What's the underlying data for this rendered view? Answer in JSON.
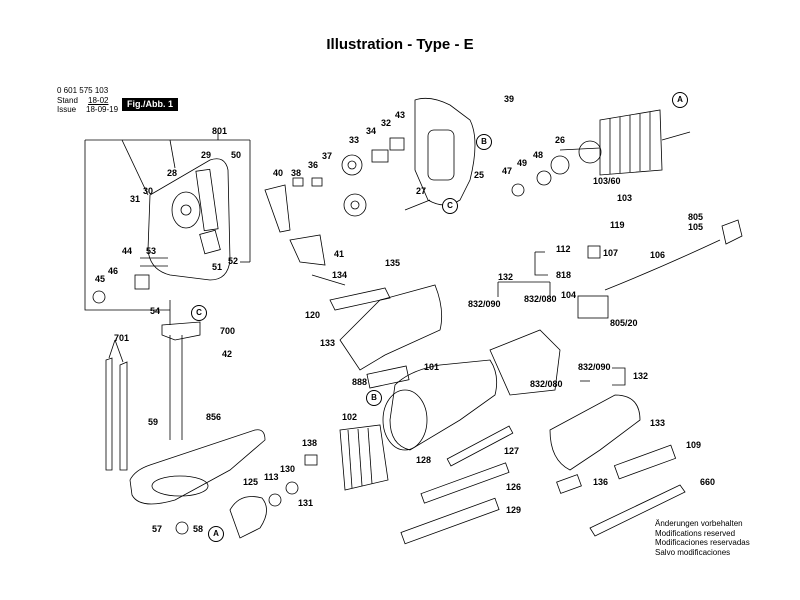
{
  "header": {
    "title": "Illustration - Type - E",
    "part_number": "0 601 575 103",
    "stand_label": "Stand",
    "stand_value": "18-02",
    "issue_label": "Issue",
    "issue_value": "18-09-19",
    "figure_badge": "Fig./Abb. 1"
  },
  "parts": [
    {
      "id": "p801",
      "label": "801"
    },
    {
      "id": "p28",
      "label": "28"
    },
    {
      "id": "p29",
      "label": "29"
    },
    {
      "id": "p50",
      "label": "50"
    },
    {
      "id": "p30",
      "label": "30"
    },
    {
      "id": "p31",
      "label": "31"
    },
    {
      "id": "p44",
      "label": "44"
    },
    {
      "id": "p53",
      "label": "53"
    },
    {
      "id": "p46",
      "label": "46"
    },
    {
      "id": "p45",
      "label": "45"
    },
    {
      "id": "p51",
      "label": "51"
    },
    {
      "id": "p52",
      "label": "52"
    },
    {
      "id": "p54",
      "label": "54"
    },
    {
      "id": "p700",
      "label": "700"
    },
    {
      "id": "p42",
      "label": "42"
    },
    {
      "id": "p701",
      "label": "701"
    },
    {
      "id": "p59",
      "label": "59"
    },
    {
      "id": "p856",
      "label": "856"
    },
    {
      "id": "p57",
      "label": "57"
    },
    {
      "id": "p58",
      "label": "58"
    },
    {
      "id": "p40",
      "label": "40"
    },
    {
      "id": "p38",
      "label": "38"
    },
    {
      "id": "p36",
      "label": "36"
    },
    {
      "id": "p37",
      "label": "37"
    },
    {
      "id": "p33",
      "label": "33"
    },
    {
      "id": "p34",
      "label": "34"
    },
    {
      "id": "p32",
      "label": "32"
    },
    {
      "id": "p43",
      "label": "43"
    },
    {
      "id": "p39",
      "label": "39"
    },
    {
      "id": "p25",
      "label": "25"
    },
    {
      "id": "p27",
      "label": "27"
    },
    {
      "id": "p41",
      "label": "41"
    },
    {
      "id": "p47",
      "label": "47"
    },
    {
      "id": "p49",
      "label": "49"
    },
    {
      "id": "p48",
      "label": "48"
    },
    {
      "id": "p26",
      "label": "26"
    },
    {
      "id": "p103_60",
      "label": "103/60"
    },
    {
      "id": "p103",
      "label": "103"
    },
    {
      "id": "p119",
      "label": "119"
    },
    {
      "id": "p805",
      "label": "805"
    },
    {
      "id": "p105",
      "label": "105"
    },
    {
      "id": "p112",
      "label": "112"
    },
    {
      "id": "p107",
      "label": "107"
    },
    {
      "id": "p106",
      "label": "106"
    },
    {
      "id": "p818",
      "label": "818"
    },
    {
      "id": "p104",
      "label": "104"
    },
    {
      "id": "p805_20",
      "label": "805/20"
    },
    {
      "id": "p132a",
      "label": "132"
    },
    {
      "id": "p832_090a",
      "label": "832/090"
    },
    {
      "id": "p832_080a",
      "label": "832/080"
    },
    {
      "id": "p832_090b",
      "label": "832/090"
    },
    {
      "id": "p132b",
      "label": "132"
    },
    {
      "id": "p832_080b",
      "label": "832/080"
    },
    {
      "id": "p135",
      "label": "135"
    },
    {
      "id": "p134",
      "label": "134"
    },
    {
      "id": "p120",
      "label": "120"
    },
    {
      "id": "p133a",
      "label": "133"
    },
    {
      "id": "p888",
      "label": "888"
    },
    {
      "id": "p101",
      "label": "101"
    },
    {
      "id": "p102",
      "label": "102"
    },
    {
      "id": "p138",
      "label": "138"
    },
    {
      "id": "p113",
      "label": "113"
    },
    {
      "id": "p130",
      "label": "130"
    },
    {
      "id": "p125",
      "label": "125"
    },
    {
      "id": "p131",
      "label": "131"
    },
    {
      "id": "p127",
      "label": "127"
    },
    {
      "id": "p128",
      "label": "128"
    },
    {
      "id": "p126",
      "label": "126"
    },
    {
      "id": "p129",
      "label": "129"
    },
    {
      "id": "p133b",
      "label": "133"
    },
    {
      "id": "p109",
      "label": "109"
    },
    {
      "id": "p136",
      "label": "136"
    },
    {
      "id": "p660",
      "label": "660"
    }
  ],
  "callouts": [
    {
      "id": "ca1",
      "letter": "A"
    },
    {
      "id": "cb1",
      "letter": "B"
    },
    {
      "id": "cc1",
      "letter": "C"
    },
    {
      "id": "cc2",
      "letter": "C"
    },
    {
      "id": "cb2",
      "letter": "B"
    },
    {
      "id": "ca2",
      "letter": "A"
    }
  ],
  "notes": [
    "Änderungen vorbehalten",
    "Modifications reserved",
    "Modificaciones reservadas",
    "Salvo modificaciones"
  ]
}
